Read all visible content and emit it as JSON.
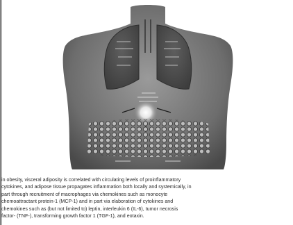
{
  "figure": {
    "annotation_top": "",
    "annotation_bottom": ""
  },
  "caption": {
    "lines": [
      "in obesity, visceral adiposity is correlated with circulating levels of proinflammatory",
      "cytokines, and adipose tissue propagates inflammation both locally and systemically, in",
      "part through recruitment of macrophages via chemokines such as monocyte",
      "chemoattractant protein-1 (MCP-1) and in part via elaboration of cytokines and",
      "chemokines such as (but not limited to) leptin, interleukin 6 (IL-6), tumor necrosis",
      "factor- (TNF-), transforming growth factor 1 (TGF-1), and eotaxin."
    ]
  }
}
